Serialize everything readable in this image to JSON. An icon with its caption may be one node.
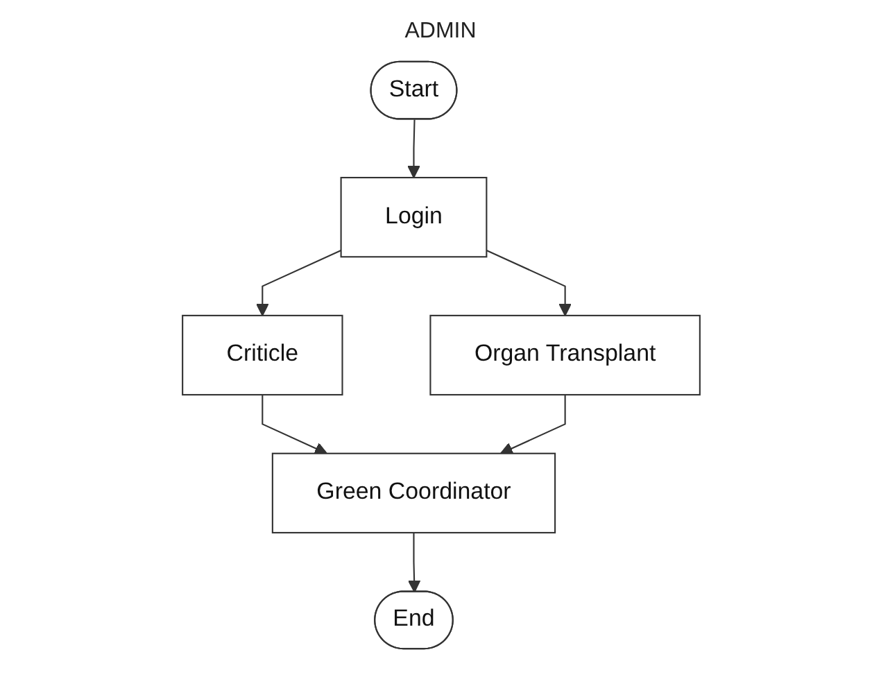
{
  "diagram": {
    "title": "ADMIN",
    "nodes": [
      {
        "text": [
          "Start"
        ]
      },
      {
        "text": [
          "Login"
        ]
      },
      {
        "text": [
          "Criticle"
        ]
      },
      {
        "text": [
          "Organ Transplant"
        ]
      },
      {
        "text": [
          "Green Coordinator"
        ]
      },
      {
        "text": [
          "End"
        ]
      }
    ],
    "edges": [
      {
        "from": 0,
        "to": 1,
        "arrow": "to"
      },
      {
        "from": 1,
        "to": 2,
        "arrow": "to"
      },
      {
        "from": 1,
        "to": 3,
        "arrow": "to"
      },
      {
        "from": 2,
        "to": 4,
        "arrow": "to"
      },
      {
        "from": 3,
        "to": 4,
        "arrow": "to"
      },
      {
        "from": 4,
        "to": 5,
        "arrow": "to"
      }
    ]
  }
}
